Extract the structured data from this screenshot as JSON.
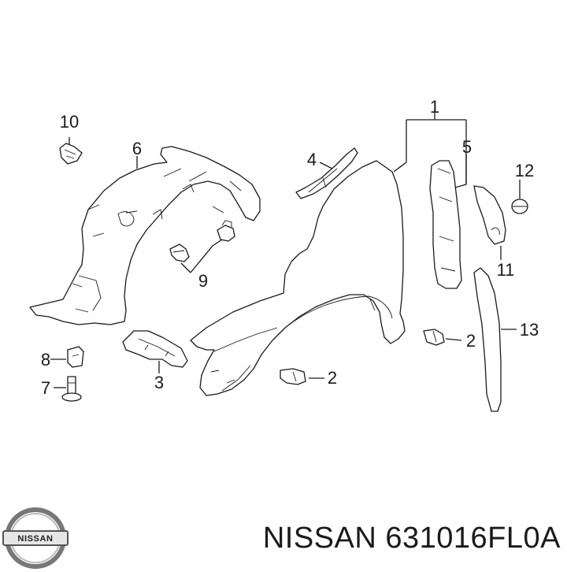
{
  "callouts": {
    "c1": "1",
    "c2a": "2",
    "c2b": "2",
    "c3": "3",
    "c4": "4",
    "c5": "5",
    "c6": "6",
    "c7": "7",
    "c8": "8",
    "c9": "9",
    "c10": "10",
    "c11": "11",
    "c12": "12",
    "c13": "13"
  },
  "caption": "NISSAN 631016FL0A",
  "logo_text": "NISSAN",
  "colors": {
    "ink": "#1a1a1a",
    "background": "#ffffff"
  }
}
